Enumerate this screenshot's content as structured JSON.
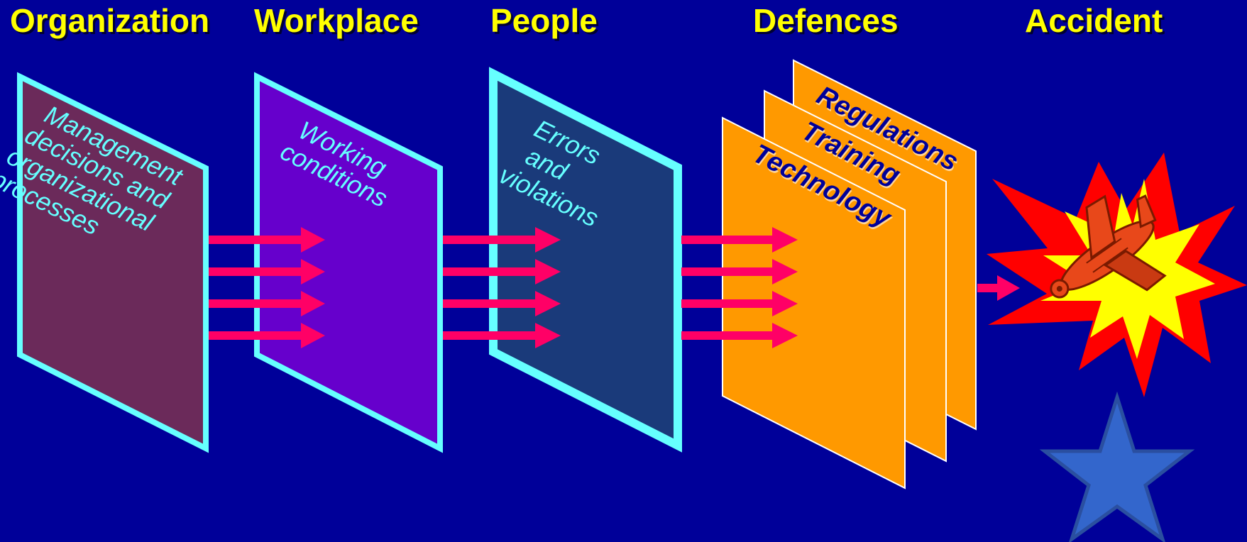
{
  "headers": {
    "organization": "Organization",
    "workplace": "Workplace",
    "people": "People",
    "defences": "Defences",
    "accident": "Accident"
  },
  "panels": {
    "organization": [
      "Management",
      "decisions and",
      "organizational",
      "processes"
    ],
    "workplace": [
      "Working",
      "conditions"
    ],
    "people": [
      "Errors",
      "and",
      "violations"
    ]
  },
  "defences": {
    "layers": [
      "Regulations",
      "Training",
      "Technology"
    ]
  },
  "colors": {
    "background": "#000099",
    "header_text": "#ffff00",
    "panel_border": "#66ffff",
    "organization_fill": "#6b2a5a",
    "workplace_fill": "#6600cc",
    "people_fill": "#1a3a7a",
    "defence_fill": "#ff9900",
    "arrow": "#ff0066",
    "star": "#3366cc"
  },
  "icons": {
    "accident": "crashed-airplane-explosion-icon",
    "star": "star-icon"
  }
}
